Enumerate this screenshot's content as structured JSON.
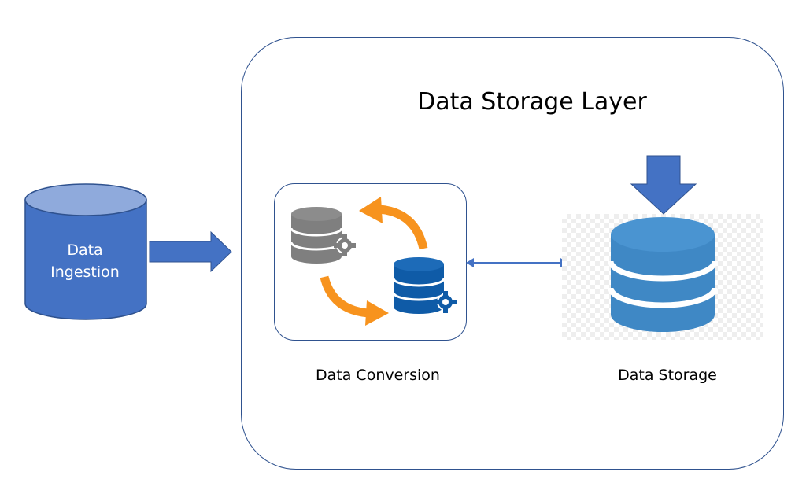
{
  "diagram": {
    "layer_title": "Data Storage Layer",
    "ingestion": {
      "line1": "Data",
      "line2": "Ingestion"
    },
    "conversion_label": "Data Conversion",
    "storage_label": "Data Storage"
  },
  "colors": {
    "frame_border": "#2f528f",
    "cylinder_body": "#4472c4",
    "cylinder_top": "#8faadc",
    "arrow_blue": "#4472c4",
    "connector_blue": "#4472c4",
    "gray_db": "#7f7f7f",
    "dark_blue_db": "#0f5ba7",
    "orange_arrow": "#f7931e",
    "storage_db": "#3f88c5"
  }
}
